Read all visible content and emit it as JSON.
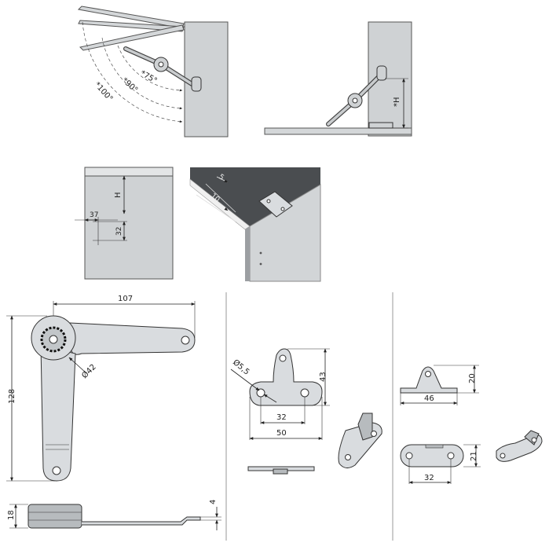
{
  "opening_view": {
    "angle_labels": [
      "*75°",
      "*90°",
      "*100°"
    ]
  },
  "side_view": {
    "height_label": "*H"
  },
  "mounting_view": {
    "height_label": "H",
    "offset_label": "37",
    "spacing_label": "32"
  },
  "perspective_view": {
    "dim_small": "5",
    "dim_large": "10"
  },
  "arm_drawing": {
    "width_label": "107",
    "height_label": "128",
    "diameter_label": "Ø42",
    "thickness_label": "18",
    "flat_label": "4"
  },
  "plate_drawing": {
    "hole_label": "Ø5,5",
    "height_label": "43",
    "hole_spacing_label": "32",
    "width_label": "50"
  },
  "bracket_drawing": {
    "height_label": "20",
    "width_label": "46",
    "hole_spacing_label": "32",
    "plate_height_label": "21"
  }
}
